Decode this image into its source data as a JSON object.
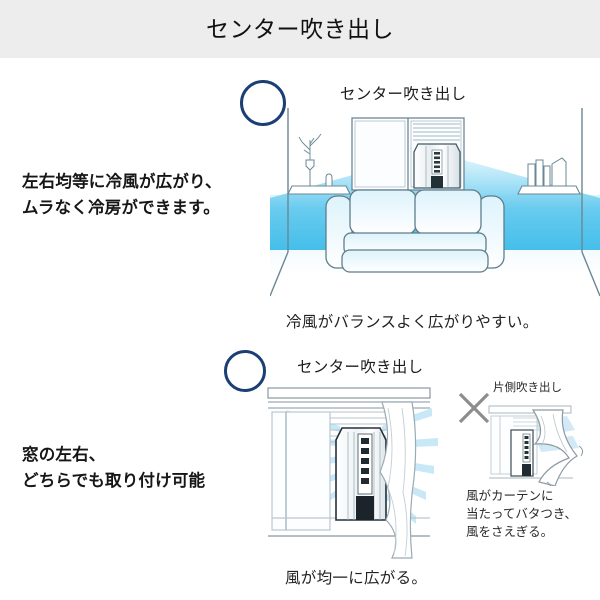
{
  "header": {
    "title": "センター吹き出し",
    "background_color": "#ededed"
  },
  "theme": {
    "circle_mark_color": "#1b3f74",
    "cross_mark_color": "#8a8a8a",
    "airflow_color": "#5ec8ee",
    "airflow_color_light": "#d8f0fb",
    "line_color": "#5f7d8c",
    "text_color": "#161616"
  },
  "sections": [
    {
      "id": "center-blow-room",
      "lead_text": "左右均等に冷風が広がり、\nムラなく冷房ができます。",
      "mark": "circle-ok",
      "unit_label": "センター吹き出し",
      "caption": "冷風がバランスよく広がりやすい。",
      "illustration": {
        "name": "living-room-with-window-ac",
        "elements": [
          "room-walls",
          "floor",
          "window-frame",
          "window-air-conditioner",
          "sofa",
          "side-shelf-left",
          "vase-with-branches",
          "side-shelf-right",
          "books",
          "airflow-cone"
        ]
      }
    },
    {
      "id": "install-either-side",
      "lead_text": "窓の左右、\nどちらでも取り付け可能",
      "mark": "circle-ok",
      "unit_label": "センター吹き出し",
      "caption": "風が均一に広がる。",
      "illustration": {
        "name": "window-ac-closeup-with-curtain",
        "elements": [
          "window-frame",
          "blinds",
          "window-air-conditioner",
          "curtain",
          "wind-rays"
        ]
      },
      "comparison": {
        "mark": "cross-ng",
        "label": "片側吹き出し",
        "caption": "風がカーテンに\n当たってバタつき、\n風をさえぎる。",
        "illustration": {
          "name": "one-side-blow-curtain-flapping",
          "elements": [
            "window-frame",
            "blinds",
            "window-air-conditioner",
            "flapping-curtain",
            "wind-stream"
          ]
        }
      }
    }
  ]
}
